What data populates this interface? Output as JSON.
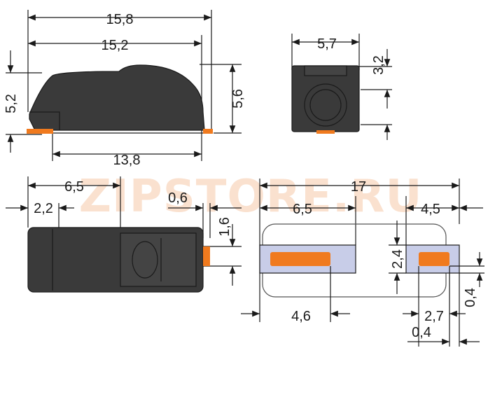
{
  "watermark": "ZIPSTORE.RU",
  "colors": {
    "housing": "#3a3a3a",
    "contact": "#f07a1e",
    "cutout": "#c8cde8",
    "watermark": "#f6c9a8"
  },
  "views": {
    "side": {
      "overall_length": "15,8",
      "body_length": "15,2",
      "base_length": "13,8",
      "height_left": "5,2",
      "height_right": "5,6"
    },
    "end": {
      "width": "5,7",
      "height": "3,2"
    },
    "top": {
      "length_a": "6,5",
      "length_b": "2,2",
      "offset": "0,6",
      "height": "1,6"
    },
    "footprint": {
      "overall": "17",
      "left_pad": "6,5",
      "right_pad": "4,5",
      "pad_height": "2,4",
      "left_offset": "4,6",
      "slot_width": "2,7",
      "gap_horizontal": "0,4",
      "gap_vertical": "0,4"
    }
  }
}
